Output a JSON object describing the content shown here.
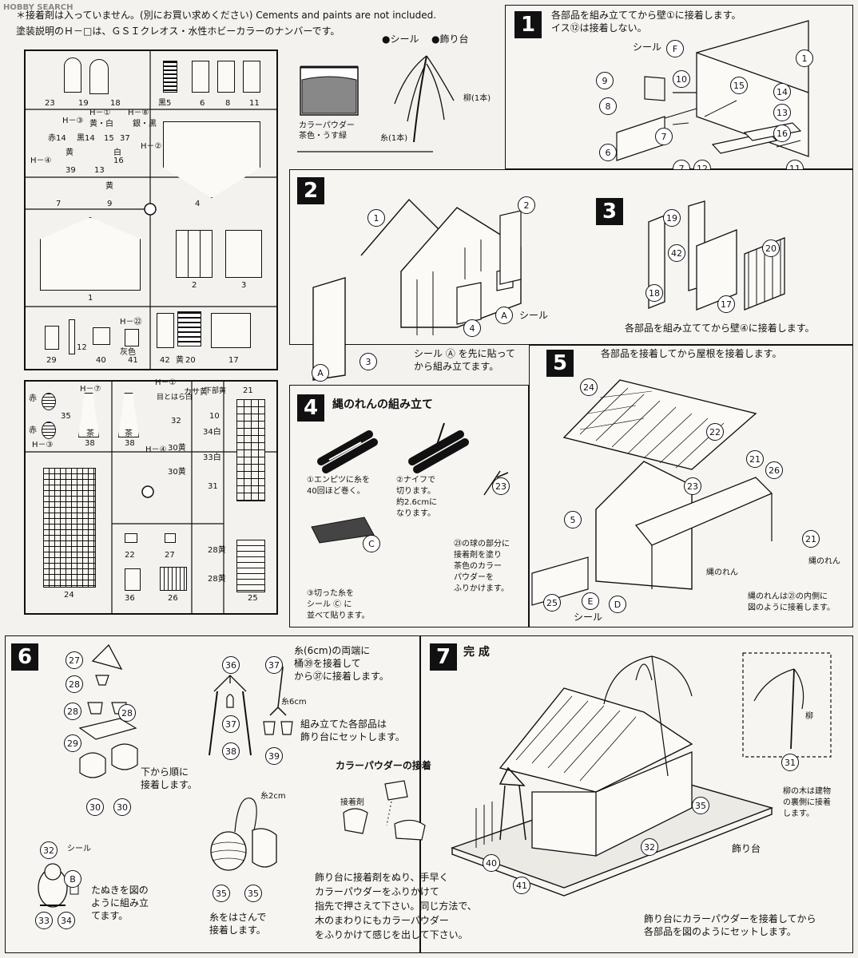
{
  "watermark": "HOBBY SEARCH",
  "notes": {
    "line1": "＊接着剤は入っていません。(別にお買い求めください) Cements and paints are not included.",
    "line2": "塗装説明のＨ－□は、ＧＳＩクレオス・水性ホビーカラーのナンバーです。"
  },
  "bag_items": {
    "legend_seal": "●シール",
    "legend_base": "●飾り台",
    "powder": "カラーパウダー",
    "powder_colors": "茶色・うす緑",
    "thread": "糸(1本)",
    "willow": "柳(1本)"
  },
  "sprue_upper": {
    "part_numbers": [
      "23",
      "19",
      "18",
      "黒5",
      "6",
      "8",
      "11",
      "4",
      "7",
      "9",
      "1",
      "2",
      "3",
      "29",
      "12",
      "40",
      "41",
      "42",
      "20",
      "17"
    ],
    "color_labels": [
      "H－⑧",
      "H－③",
      "H－②",
      "H－①",
      "H－④",
      "H－㉒",
      "黄・白",
      "銀・黒",
      "赤14",
      "黒14",
      "15",
      "37",
      "黄",
      "白",
      "39",
      "13",
      "16",
      "黄",
      "灰色",
      "黄"
    ]
  },
  "sprue_lower": {
    "part_numbers": [
      "35",
      "38",
      "38",
      "32",
      "10",
      "34",
      "33",
      "31",
      "21",
      "30",
      "24",
      "22",
      "27",
      "36",
      "26",
      "28",
      "28",
      "25"
    ],
    "color_labels": [
      "赤",
      "赤",
      "H－③",
      "H－⑦",
      "茶",
      "茶",
      "H－④",
      "H－①",
      "目とはら白",
      "カサ黄",
      "下部黄",
      "34白",
      "33白",
      "30黄",
      "30黄",
      "28黄",
      "28黄"
    ]
  },
  "step1": {
    "number": "1",
    "text1": "各部品を組み立ててから壁①に接着します。",
    "text2": "イス⑫は接着しない。",
    "seal_label": "シール",
    "seal_letter": "F",
    "parts": [
      "1",
      "9",
      "10",
      "8",
      "7",
      "6",
      "7",
      "12",
      "15",
      "14",
      "13",
      "16",
      "11"
    ]
  },
  "step2": {
    "number": "2",
    "seal_label": "シール",
    "note1": "シール Ⓐ を先に貼って",
    "note2": "から組み立てます。",
    "parts": [
      "1",
      "2",
      "A",
      "4",
      "A",
      "3"
    ]
  },
  "step3": {
    "number": "3",
    "text": "各部品を組み立ててから壁④に接着します。",
    "parts": [
      "19",
      "42",
      "20",
      "18",
      "17"
    ]
  },
  "step4": {
    "number": "4",
    "title": "縄のれんの組み立て",
    "sub1": [
      "①エンピツに糸を",
      "40回ほど巻く。"
    ],
    "sub2": [
      "②ナイフで",
      "切ります。",
      "約2.6cmに",
      "なります。"
    ],
    "sub3": [
      "③切った糸を",
      "シール Ⓒ に",
      "並べて貼ります。"
    ],
    "sub4": [
      "㉓の球の部分に",
      "接着剤を塗り",
      "茶色のカラー",
      "パウダーを",
      "ふりかけます。"
    ],
    "seal_letter": "C",
    "part": "23"
  },
  "step5": {
    "number": "5",
    "text": "各部品を接着してから屋根を接着します。",
    "noren_label": "縄のれん",
    "noren_label2": "縄のれん",
    "seal_label": "シール",
    "note1": "縄のれんは㉑の内側に",
    "note2": "図のように接着します。",
    "parts": [
      "24",
      "22",
      "21",
      "26",
      "23",
      "5",
      "21",
      "25",
      "E",
      "D"
    ]
  },
  "step6": {
    "number": "6",
    "string_note1": "糸(6cm)の両端に",
    "string_note2": "桶㊴を接着して",
    "string_note3": "から㊲に接着します。",
    "string_6cm": "糸6cm",
    "set_note1": "組み立てた各部品は",
    "set_note2": "飾り台にセットします。",
    "order_note1": "下から順に",
    "order_note2": "接着します。",
    "string_2cm": "糸2cm",
    "lantern_note1": "糸をはさんで",
    "lantern_note2": "接着します。",
    "tanuki_seal": "シール",
    "tanuki_note1": "たぬきを図の",
    "tanuki_note2": "ように組み立",
    "tanuki_note3": "てます。",
    "seal_letter": "B",
    "parts": [
      "27",
      "28",
      "28",
      "28",
      "29",
      "30",
      "30",
      "36",
      "37",
      "38",
      "39",
      "37",
      "35",
      "35",
      "32",
      "33",
      "34"
    ]
  },
  "step7": {
    "number": "7",
    "title": "完 成",
    "powder_title": "カラーパウダーの接着",
    "glue_label": "接着剤",
    "powder_note": [
      "飾り台に接着剤をぬり、手早く",
      "カラーパウダーをふりかけて",
      "指先で押さえて下さい。同じ方法で、",
      "木のまわりにもカラーパウダー",
      "をふりかけて感じを出して下さい。"
    ],
    "base_label": "飾り台",
    "willow_label": "柳",
    "willow_note": [
      "柳の木は建物",
      "の裏側に接着",
      "します。"
    ],
    "final_note1": "飾り台にカラーパウダーを接着してから",
    "final_note2": "各部品を図のようにセットします。",
    "parts": [
      "35",
      "32",
      "40",
      "41",
      "31"
    ]
  },
  "colors": {
    "ink": "#111111",
    "paper": "#f4f2ee"
  }
}
